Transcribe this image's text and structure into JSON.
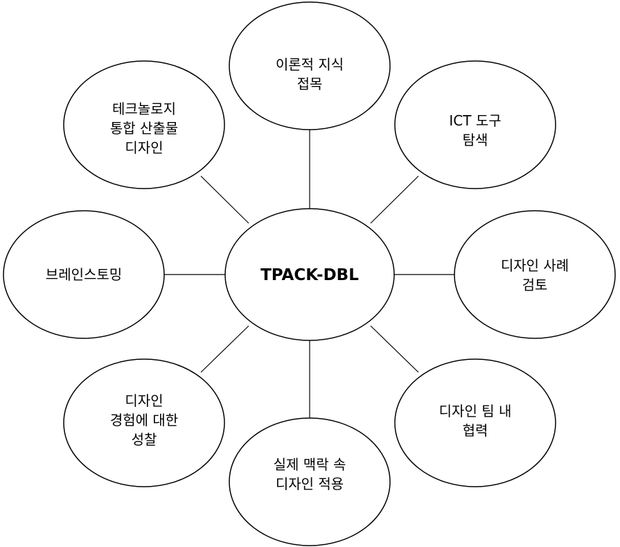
{
  "center": {
    "label": "TPACK-DBL"
  },
  "nodes": [
    {
      "id": "top",
      "lines": [
        "이론적 지식",
        "접목"
      ]
    },
    {
      "id": "top-right",
      "lines": [
        "ICT 도구",
        "탐색"
      ]
    },
    {
      "id": "right",
      "lines": [
        "디자인 사례",
        "검토"
      ]
    },
    {
      "id": "bottom-right",
      "lines": [
        "디자인 팀 내",
        "협력"
      ]
    },
    {
      "id": "bottom",
      "lines": [
        "실제 맥락 속",
        "디자인 적용"
      ]
    },
    {
      "id": "bottom-left",
      "lines": [
        "디자인",
        "경험에 대한",
        "성찰"
      ]
    },
    {
      "id": "left",
      "lines": [
        "브레인스토밍"
      ]
    },
    {
      "id": "top-left",
      "lines": [
        "테크놀로지",
        "통합 산출물",
        "디자인"
      ]
    }
  ]
}
